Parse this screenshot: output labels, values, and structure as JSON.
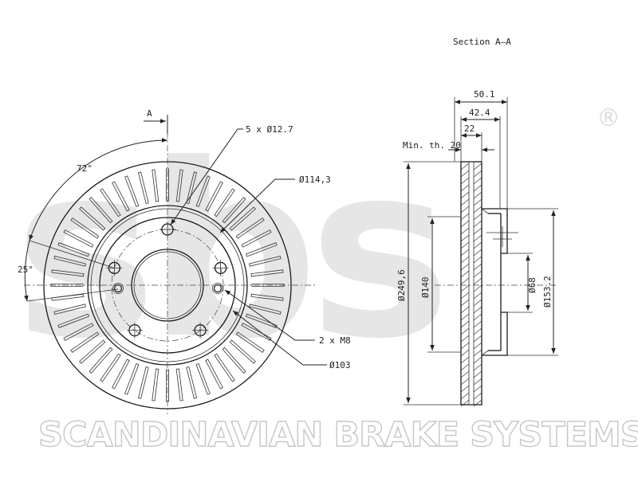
{
  "watermark": {
    "letters": "sbs",
    "registered_mark": "®",
    "company": "SCANDINAVIAN BRAKE SYSTEMS"
  },
  "section": {
    "title": "Section A–A",
    "cut_label": "A"
  },
  "front_view": {
    "angle_vent": "72°",
    "angle_hole": "25°",
    "bolt_holes": "5 x Ø12.7",
    "pcd": "Ø114,3",
    "threads": "2 x M8",
    "center_bore": "Ø103",
    "vent_count": 52
  },
  "side_view": {
    "overall_height": "50.1",
    "hat_height": "42.4",
    "disc_thickness": "22",
    "min_thickness": "Min. th. 20",
    "outer_diameter": "Ø249,6",
    "hat_diameter": "Ø140",
    "bore_diameter": "Ø68",
    "flange_diameter": "Ø153.2"
  },
  "colors": {
    "line": "#1a1a1a",
    "watermark_fill": "#e6e6e6",
    "watermark_outline": "#c6c6c6"
  }
}
